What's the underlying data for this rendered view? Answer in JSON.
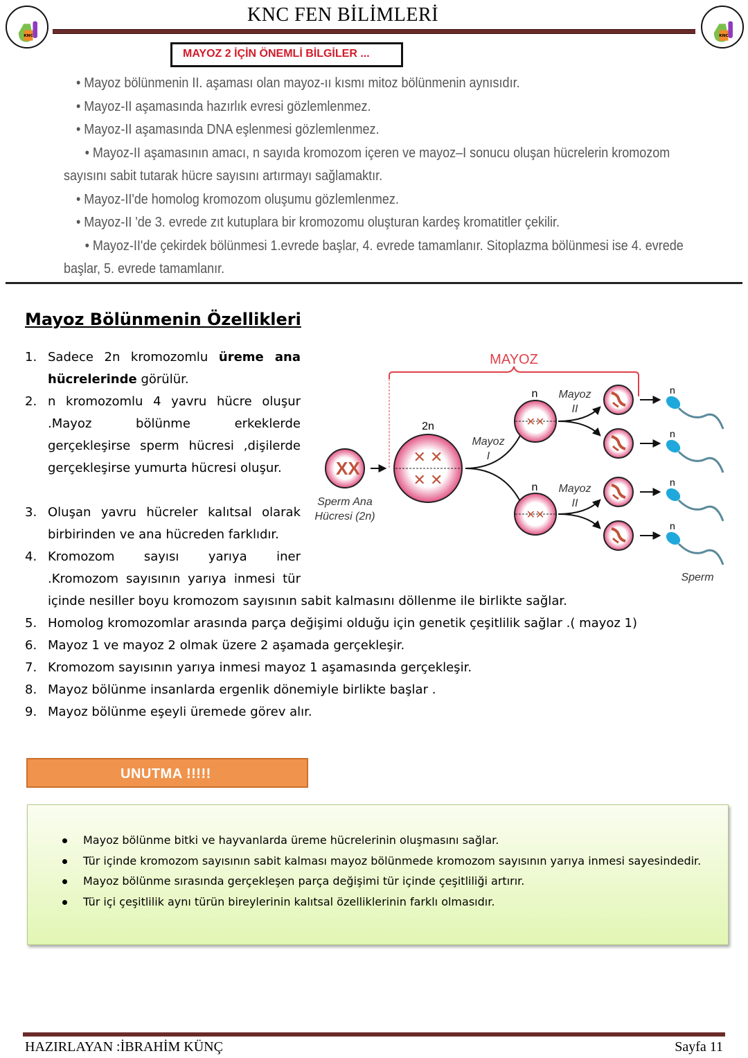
{
  "header": {
    "title": "KNC FEN BİLİMLERİ",
    "logo_text": "KNC"
  },
  "box_title": "MAYOZ 2  İÇİN ÖNEMLİ BİLGİLER ...",
  "mayoz2_info": [
    "• Mayoz bölünmenin II. aşaması olan mayoz-ıı kısmı mitoz bölünmenin aynısıdır.",
    "• Mayoz-II aşamasında hazırlık evresi gözlemlenmez.",
    "• Mayoz-II aşamasında DNA eşlenmesi gözlemlenmez.",
    "• Mayoz-II aşamasının amacı, n sayıda kromozom içeren ve mayoz–I sonucu oluşan hücrelerin kromozom sayısını sabit tutarak hücre sayısını artırmayı sağlamaktır.",
    "• Mayoz-II'de homolog kromozom oluşumu gözlemlenmez.",
    "• Mayoz-II 'de 3. evrede zıt kutuplara bir kromozomu oluşturan kardeş kromatitler çekilir.",
    "• Mayoz-II'de çekirdek bölünmesi 1.evrede başlar, 4. evrede tamamlanır. Sitoplazma bölünmesi ise 4. evrede başlar, 5. evrede tamamlanır."
  ],
  "section_title": "Mayoz Bölünmenin Özellikleri",
  "features": [
    {
      "n": "1.",
      "parts": [
        "Sadece 2n kromozomlu ",
        "üreme ana hücrelerinde",
        " görülür."
      ]
    },
    {
      "n": "2.",
      "text": "n kromozomlu 4 yavru hücre oluşur .Mayoz bölünme erkeklerde gerçekleşirse sperm hücresi ,dişilerde gerçekleşirse yumurta hücresi oluşur."
    },
    {
      "n": "3.",
      "text": "Oluşan yavru hücreler kalıtsal olarak birbirinden ve ana hücreden farklıdır."
    },
    {
      "n": "4.",
      "text_a": "Kromozom sayısı yarıya iner",
      "text_b": ".Kromozom sayısının yarıya inmesi tür içinde  nesiller boyu kromozom sayısının sabit kalmasını döllenme ile birlikte sağlar."
    },
    {
      "n": "5.",
      "text": "Homolog kromozomlar arasında parça değişimi olduğu için genetik çeşitlilik sağlar .( mayoz 1)"
    },
    {
      "n": "6.",
      "text": "Mayoz 1 ve mayoz 2 olmak üzere 2 aşamada gerçekleşir."
    },
    {
      "n": "7.",
      "text": "Kromozom sayısının yarıya inmesi mayoz 1 aşamasında gerçekleşir."
    },
    {
      "n": "8.",
      "text": "Mayoz bölünme insanlarda ergenlik dönemiyle birlikte başlar ."
    },
    {
      "n": "9.",
      "text": "Mayoz bölünme eşeyli üremede  görev alır."
    }
  ],
  "diagram": {
    "title": "MAYOZ",
    "start_label_1": "Sperm Ana",
    "start_label_2": "Hücresi (2n)",
    "label_2n": "2n",
    "label_n": "n",
    "mayoz1_a": "Mayoz",
    "mayoz1_b": "I",
    "mayoz2_a": "Mayoz",
    "mayoz2_b": "II",
    "sperm": "Sperm",
    "colors": {
      "title": "#e0404a",
      "cell": "#e25585",
      "sperm": "#1fa8dc"
    }
  },
  "reminder": {
    "title": "UNUTMA !!!!!",
    "items": [
      "Mayoz bölünme bitki ve hayvanlarda üreme hücrelerinin oluşmasını sağlar.",
      "Tür içinde kromozom sayısının sabit kalması mayoz bölünmede kromozom sayısının yarıya inmesi sayesindedir.",
      "Mayoz bölünme sırasında gerçekleşen parça değişimi tür içinde çeşitliliği artırır.",
      "Tür içi çeşitlilik aynı türün bireylerinin kalıtsal özelliklerinin farklı olmasıdır."
    ]
  },
  "footer": {
    "author": "HAZIRLAYAN :İBRAHİM KÜNÇ",
    "page": "Sayfa 11"
  }
}
